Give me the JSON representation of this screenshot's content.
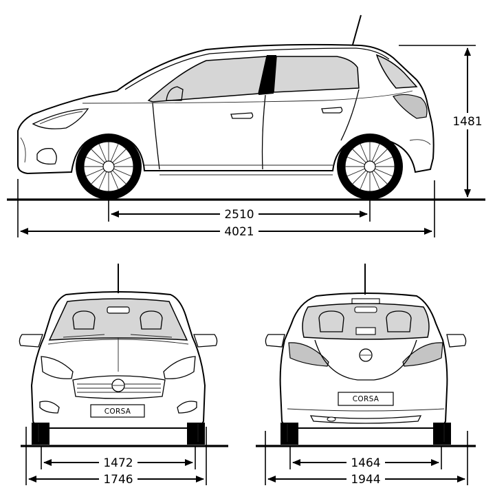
{
  "dimensions": {
    "height": "1481",
    "wheelbase": "2510",
    "length": "4021",
    "front_track": "1472",
    "width_front": "1746",
    "rear_track": "1464",
    "width_rear": "1944"
  },
  "badges": {
    "front_plate": "CORSA",
    "rear_plate": "CORSA"
  }
}
